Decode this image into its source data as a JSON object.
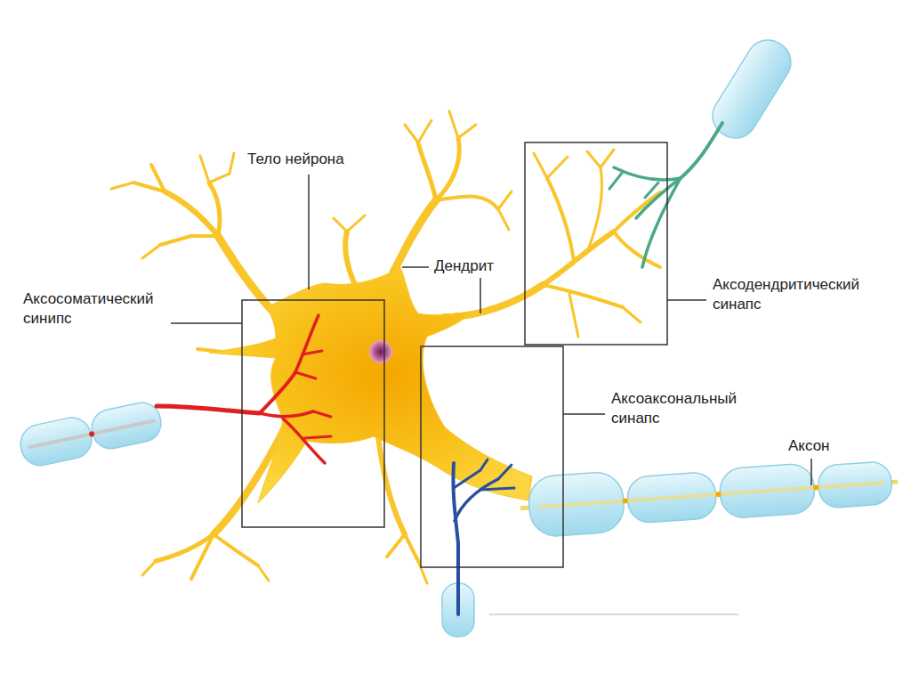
{
  "diagram": {
    "labels": [
      "Тело нейрона",
      "Дендрит",
      "Аксосоматический синипс",
      "Аксодендритический синапс",
      "Аксоаксональный синапс",
      "Аксон"
    ]
  }
}
